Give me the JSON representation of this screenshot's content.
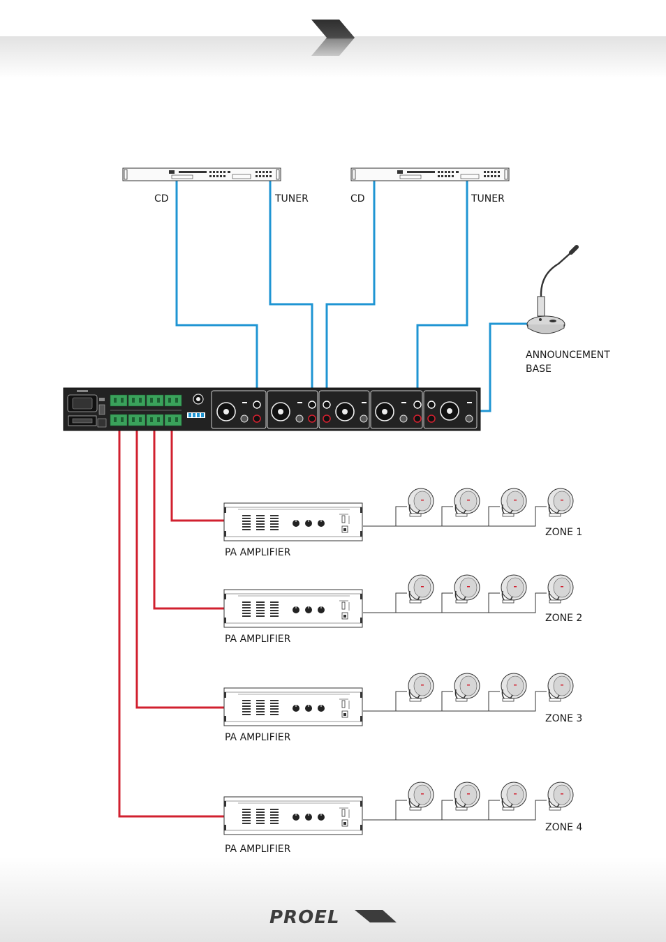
{
  "sources": {
    "left_cd": "CD",
    "left_tuner": "TUNER",
    "right_cd": "CD",
    "right_tuner": "TUNER"
  },
  "microphone": {
    "label_line1": "ANNOUNCEMENT",
    "label_line2": "BASE"
  },
  "amplifiers": [
    {
      "label": "PA AMPLIFIER",
      "zone": "ZONE 1"
    },
    {
      "label": "PA AMPLIFIER",
      "zone": "ZONE 2"
    },
    {
      "label": "PA AMPLIFIER",
      "zone": "ZONE 3"
    },
    {
      "label": "PA AMPLIFIER",
      "zone": "ZONE 4"
    }
  ],
  "logo": {
    "text": "PROEL"
  },
  "colors": {
    "input_cable": "#1f95d3",
    "output_cable": "#d1202f",
    "rack_panel": "#222222",
    "logo": "#3c3c3c"
  }
}
